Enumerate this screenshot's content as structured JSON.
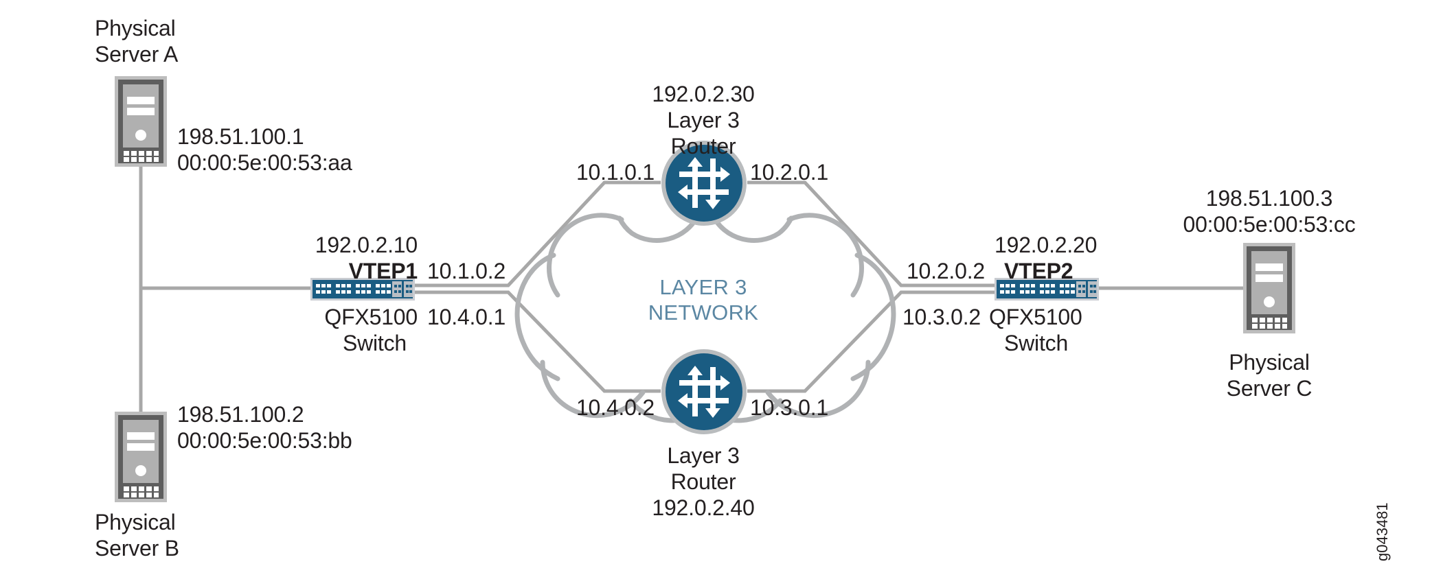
{
  "diagram": {
    "title": "Layer 3 Network with VXLAN VTEPs",
    "watermark": "g043481",
    "colors": {
      "router_blue": "#1a5c82",
      "switch_blue": "#1a5c82",
      "cloud_label": "#5b87a3",
      "line_gray": "#a8a8a8",
      "server_frame": "#5e5e5e",
      "server_body": "#b0b0b0",
      "server_outer": "#bdbdbd",
      "text": "#231f20"
    }
  },
  "cloud": {
    "line1": "LAYER 3",
    "line2": "NETWORK"
  },
  "servers": [
    {
      "id": "server-a",
      "name_line1": "Physical",
      "name_line2": "Server A",
      "ip": "198.51.100.1",
      "mac": "00:00:5e:00:53:aa"
    },
    {
      "id": "server-b",
      "name_line1": "Physical",
      "name_line2": "Server B",
      "ip": "198.51.100.2",
      "mac": "00:00:5e:00:53:bb"
    },
    {
      "id": "server-c",
      "name_line1": "Physical",
      "name_line2": "Server C",
      "ip": "198.51.100.3",
      "mac": "00:00:5e:00:53:cc"
    }
  ],
  "switches": [
    {
      "id": "vtep1",
      "loopback": "192.0.2.10",
      "vtep_label": "VTEP1",
      "model": "QFX5100",
      "type": "Switch",
      "uplink_top": "10.1.0.2",
      "uplink_bottom": "10.4.0.1"
    },
    {
      "id": "vtep2",
      "loopback": "192.0.2.20",
      "vtep_label": "VTEP2",
      "model": "QFX5100",
      "type": "Switch",
      "uplink_top": "10.2.0.2",
      "uplink_bottom": "10.3.0.2"
    }
  ],
  "routers": [
    {
      "id": "router-top",
      "loopback": "192.0.2.30",
      "name_line1": "Layer 3",
      "name_line2": "Router",
      "iface_left": "10.1.0.1",
      "iface_right": "10.2.0.1"
    },
    {
      "id": "router-bottom",
      "loopback": "192.0.2.40",
      "name_line1": "Layer 3",
      "name_line2": "Router",
      "iface_left": "10.4.0.2",
      "iface_right": "10.3.0.1"
    }
  ]
}
